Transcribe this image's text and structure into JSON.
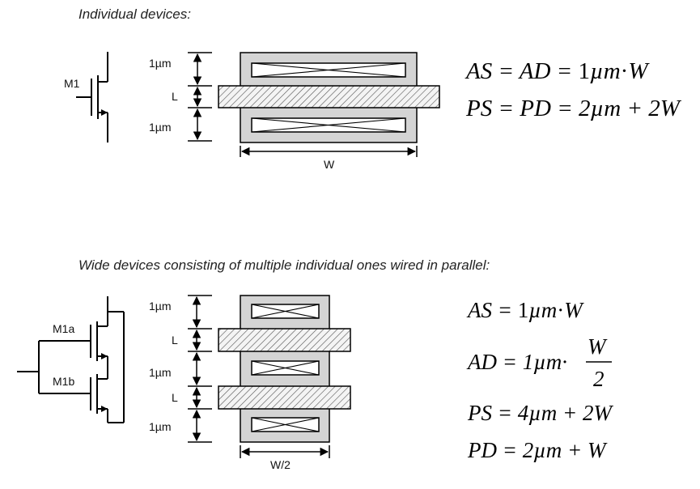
{
  "top": {
    "caption": "Individual devices:",
    "transistor_label": "M1",
    "dims": {
      "upper": "1µm",
      "middle": "L",
      "lower": "1µm",
      "width": "W"
    },
    "equations": {
      "line1": [
        "AS = AD = ",
        "1",
        "µ",
        "m",
        "·",
        "W"
      ],
      "line2": [
        "PS = PD = ",
        "2",
        "µ",
        "m",
        " + 2",
        "W"
      ]
    }
  },
  "bottom": {
    "caption": "Wide devices consisting of multiple individual ones wired in parallel:",
    "transistor_labels": {
      "upper": "M1a",
      "lower": "M1b"
    },
    "dims": {
      "d1": "1µm",
      "d2": "L",
      "d3": "1µm",
      "d4": "L",
      "d5": "1µm",
      "width": "W/2"
    },
    "equations": {
      "as": [
        "AS = ",
        "1",
        "µ",
        "m",
        "·",
        "W"
      ],
      "ad": {
        "prefix": "AD = ",
        "unit": "1µm·",
        "numerator": "W",
        "denominator": "2"
      },
      "ps": [
        "PS = ",
        "4",
        "µ",
        "m",
        " + 2",
        "W"
      ],
      "pd": [
        "PD = ",
        "2",
        "µ",
        "m",
        " + ",
        "W"
      ]
    }
  }
}
